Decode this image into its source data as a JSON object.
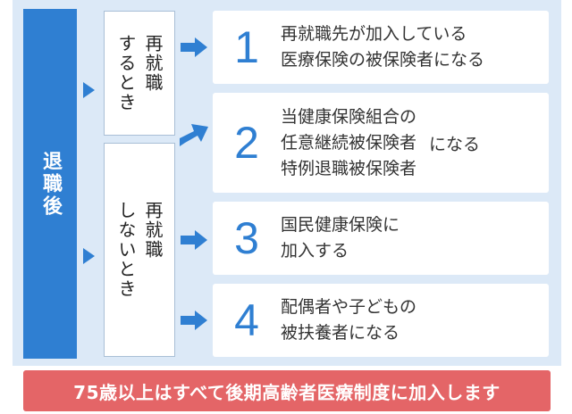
{
  "retire_label": "退職後",
  "conditions": [
    {
      "label": "再就職\nするとき"
    },
    {
      "label": "再就職\nしないとき"
    }
  ],
  "results": [
    {
      "number": "1",
      "lines": [
        "再就職先が加入している",
        "医療保険の被保険者になる"
      ],
      "suffix": ""
    },
    {
      "number": "2",
      "lines": [
        "当健康保険組合の",
        "任意継続被保険者",
        "特例退職被保険者"
      ],
      "suffix": "になる"
    },
    {
      "number": "3",
      "lines": [
        "国民健康保険に",
        "加入する"
      ],
      "suffix": ""
    },
    {
      "number": "4",
      "lines": [
        "配偶者や子どもの",
        "被扶養者になる"
      ],
      "suffix": ""
    }
  ],
  "footer_note": "75歳以上はすべて後期高齢者医療制度に加入します",
  "colors": {
    "accent": "#2f7fd2",
    "panel": "#dce9f7",
    "footer": "#e46567"
  }
}
